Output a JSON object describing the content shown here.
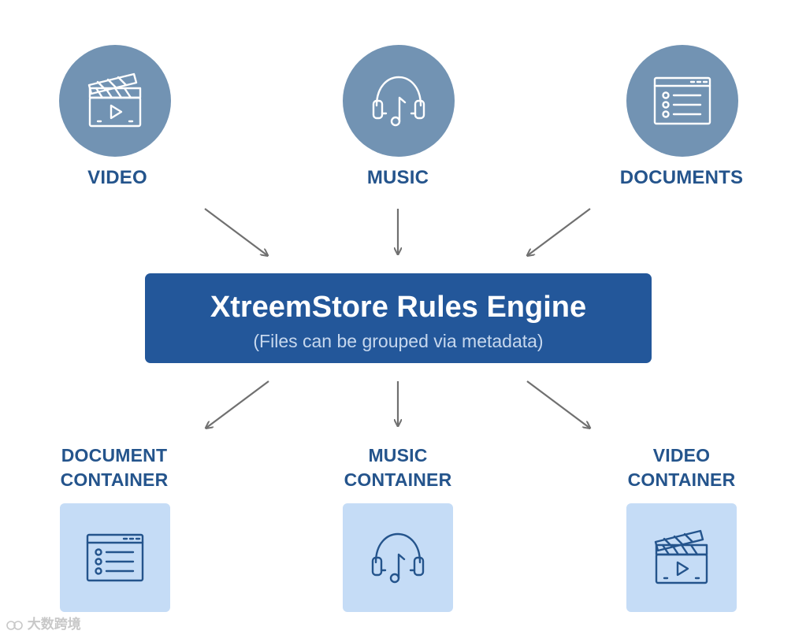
{
  "inputs": [
    {
      "label": "VIDEO",
      "icon": "video-clapperboard-icon"
    },
    {
      "label": "MUSIC",
      "icon": "headphones-music-icon"
    },
    {
      "label": "DOCUMENTS",
      "icon": "document-window-icon"
    }
  ],
  "engine": {
    "title": "XtreemStore Rules Engine",
    "subtitle": "(Files can be grouped via metadata)"
  },
  "outputs": [
    {
      "line1": "DOCUMENT",
      "line2": "CONTAINER",
      "icon": "document-window-icon"
    },
    {
      "line1": "MUSIC",
      "line2": "CONTAINER",
      "icon": "headphones-music-icon"
    },
    {
      "line1": "VIDEO",
      "line2": "CONTAINER",
      "icon": "video-clapperboard-icon"
    }
  ],
  "watermark": {
    "text": "大数跨境"
  },
  "colors": {
    "circle": "#7293b3",
    "label": "#24548c",
    "engine": "#23579a",
    "container": "#c5dcf6",
    "arrow": "#707070"
  }
}
